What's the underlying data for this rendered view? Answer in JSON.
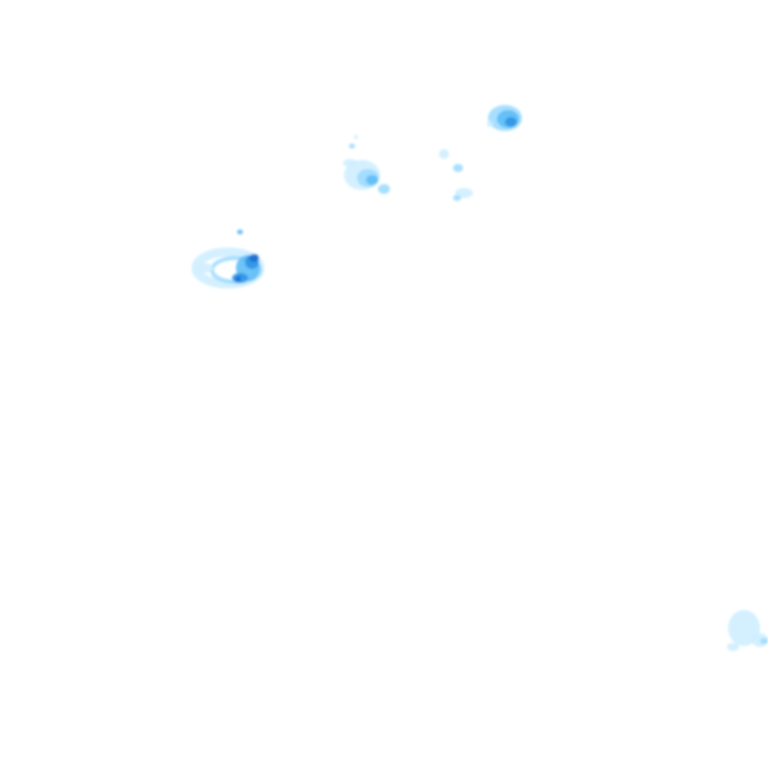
{
  "map": {
    "layer": "precipitation-radar",
    "background_color": "#ffffff",
    "palette": {
      "very_light": "#cfeeff",
      "light": "#9fdcff",
      "medium": "#5ebcf6",
      "strong": "#2f95e6",
      "heavy": "#1a6fd0"
    },
    "cells": [
      {
        "id": "cell-west",
        "intensity": "heavy"
      },
      {
        "id": "cell-north-central",
        "intensity": "medium"
      },
      {
        "id": "cell-central",
        "intensity": "light"
      },
      {
        "id": "cell-north-east",
        "intensity": "strong"
      },
      {
        "id": "cell-south-east",
        "intensity": "very_light"
      }
    ]
  }
}
